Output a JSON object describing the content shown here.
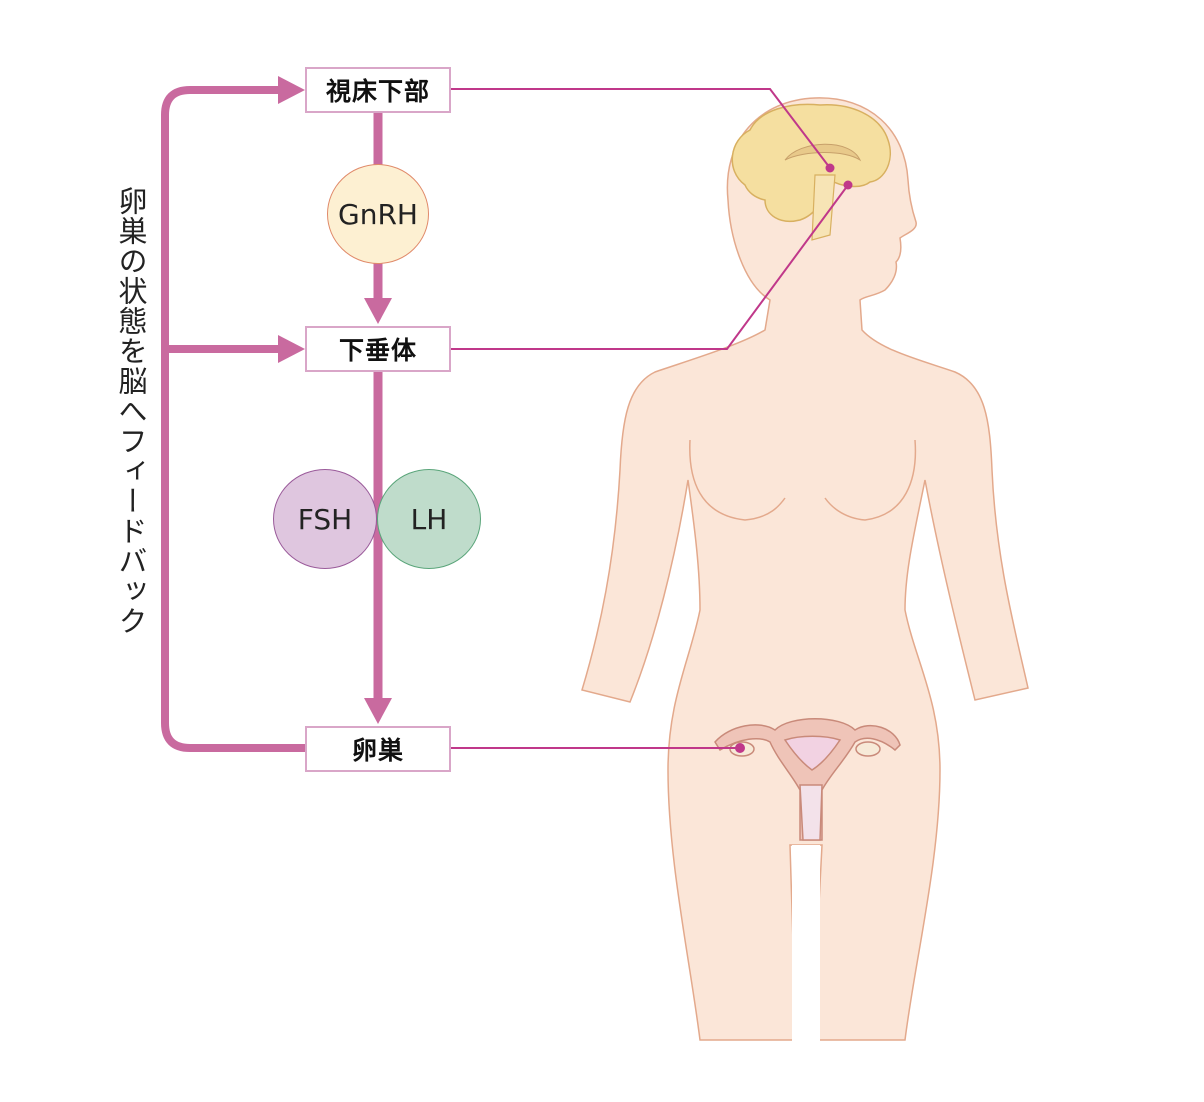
{
  "boxes": {
    "hypothalamus": "視床下部",
    "pituitary": "下垂体",
    "ovary": "卵巣"
  },
  "hormones": {
    "gnrh": "GnRH",
    "fsh": "FSH",
    "lh": "LH"
  },
  "feedback_label": "卵巣の状態を脳へフィードバック",
  "colors": {
    "arrow": "#c96a9f",
    "leader": "#c0388a",
    "skin": "#fbe6d8",
    "skin_stroke": "#e3a98c",
    "gnrh": "#fdf0d2",
    "fsh": "#dfc6df",
    "lh": "#bfdccb",
    "brain": "#f5dfa0"
  }
}
